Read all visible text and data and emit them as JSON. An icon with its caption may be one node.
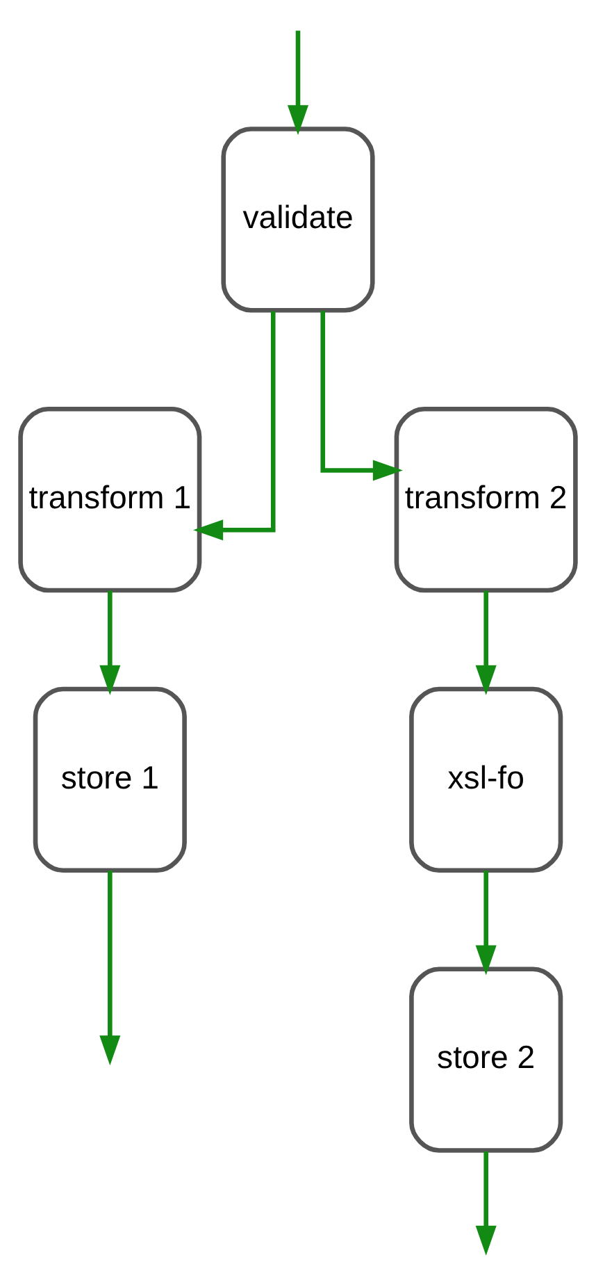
{
  "diagram": {
    "nodes": [
      {
        "text": [
          "validate"
        ]
      },
      {
        "text": [
          "transform 1"
        ]
      },
      {
        "text": [
          "transform 2"
        ]
      },
      {
        "text": [
          "store 1"
        ]
      },
      {
        "text": [
          "xsl-fo"
        ]
      },
      {
        "text": [
          "store 2"
        ]
      }
    ],
    "edges": [
      {
        "from": null,
        "to": 0,
        "arrow": "to"
      },
      {
        "from": 0,
        "to": 1,
        "arrow": "to"
      },
      {
        "from": 0,
        "to": 2,
        "arrow": "to"
      },
      {
        "from": 1,
        "to": 3,
        "arrow": "to"
      },
      {
        "from": 2,
        "to": 4,
        "arrow": "to"
      },
      {
        "from": 4,
        "to": 5,
        "arrow": "to"
      },
      {
        "from": 3,
        "to": null,
        "arrow": "to"
      },
      {
        "from": 5,
        "to": null,
        "arrow": "to"
      }
    ]
  }
}
